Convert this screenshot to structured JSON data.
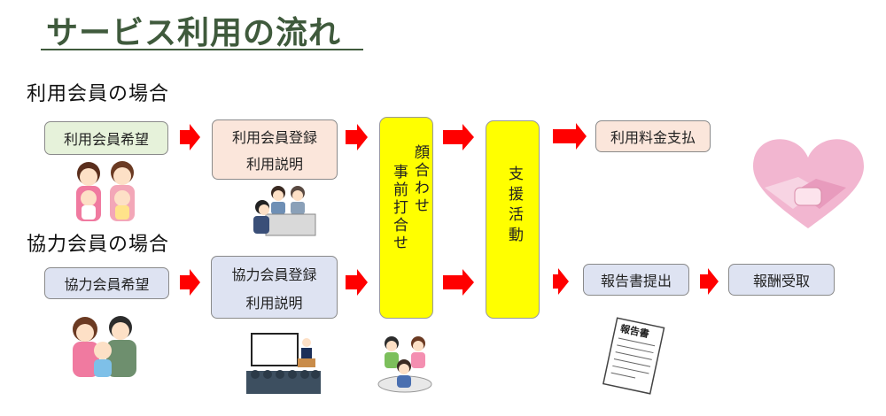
{
  "title": "サービス利用の流れ",
  "sections": {
    "user_case": "利用会員の場合",
    "helper_case": "協力会員の場合"
  },
  "flow": {
    "user_request": "利用会員希望",
    "user_register_line1": "利用会員登録",
    "user_register_line2": "利用説明",
    "meeting": "顔合わせ\n事前打合せ",
    "meeting_col1": "顔合わせ",
    "meeting_col2": "事前打合せ",
    "support": "支援活動",
    "payment": "利用料金支払",
    "helper_request": "協力会員希望",
    "helper_register_line1": "協力会員登録",
    "helper_register_line2": "利用説明",
    "report_submit": "報告書提出",
    "reward": "報酬受取",
    "report_doc_label": "報告書"
  },
  "colors": {
    "arrow": "#ff0000",
    "yellow_box": "#ffff00",
    "title": "#3f5a3c"
  }
}
